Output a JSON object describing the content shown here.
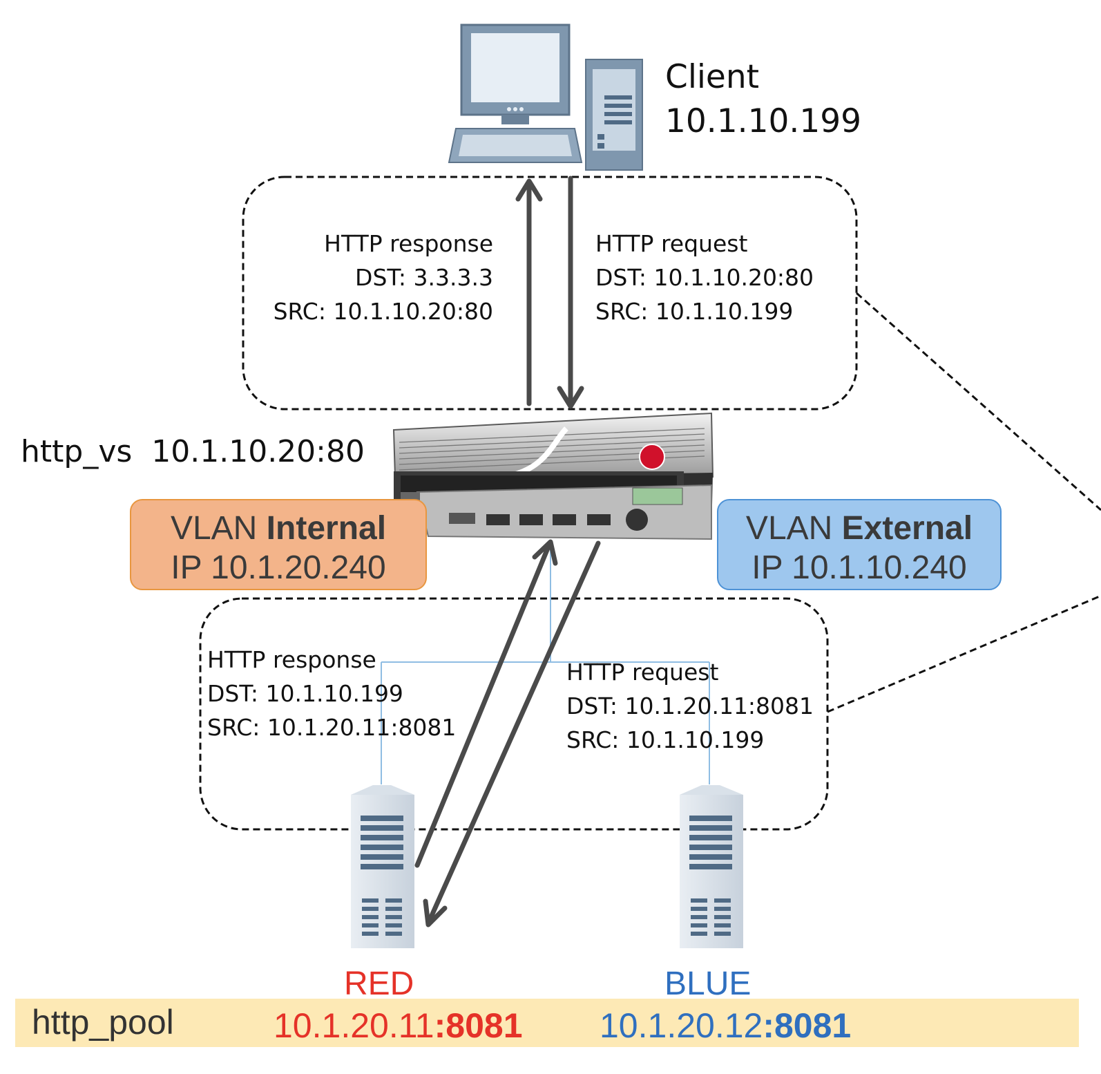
{
  "client": {
    "name": "Client",
    "ip": "10.1.10.199"
  },
  "virtual_server": {
    "label": "http_vs  10.1.10.20:80"
  },
  "top_flow": {
    "response": {
      "title": "HTTP response",
      "dst": "DST: 3.3.3.3",
      "src": "SRC: 10.1.10.20:80"
    },
    "request": {
      "title": "HTTP request",
      "dst": "DST: 10.1.10.20:80",
      "src": "SRC: 10.1.10.199"
    }
  },
  "bottom_flow": {
    "response": {
      "title": "HTTP response",
      "dst": "DST: 10.1.10.199",
      "src": "SRC: 10.1.20.11:8081"
    },
    "request": {
      "title": "HTTP request",
      "dst": "DST: 10.1.20.11:8081",
      "src": "SRC: 10.1.10.199"
    }
  },
  "vlan_internal": {
    "prefix": "VLAN ",
    "name": "Internal",
    "ip": "IP 10.1.20.240",
    "fill": "#f3b48a",
    "border": "#e8963f"
  },
  "vlan_external": {
    "prefix": "VLAN ",
    "name": "External",
    "ip": "IP 10.1.10.240",
    "fill": "#9ec7ee",
    "border": "#4d92d6"
  },
  "servers": [
    {
      "name": "RED",
      "color": "#e53228"
    },
    {
      "name": "BLUE",
      "color": "#2f6fbf"
    }
  ],
  "pool": {
    "label": "http_pool",
    "members": [
      {
        "addr": "10.1.20.11",
        "port": ":8081",
        "color": "#e53228"
      },
      {
        "addr": "10.1.20.12",
        "port": ":8081",
        "color": "#2f6fbf"
      }
    ],
    "fill": "#fde9b5"
  },
  "device": {
    "logo": "f5"
  }
}
